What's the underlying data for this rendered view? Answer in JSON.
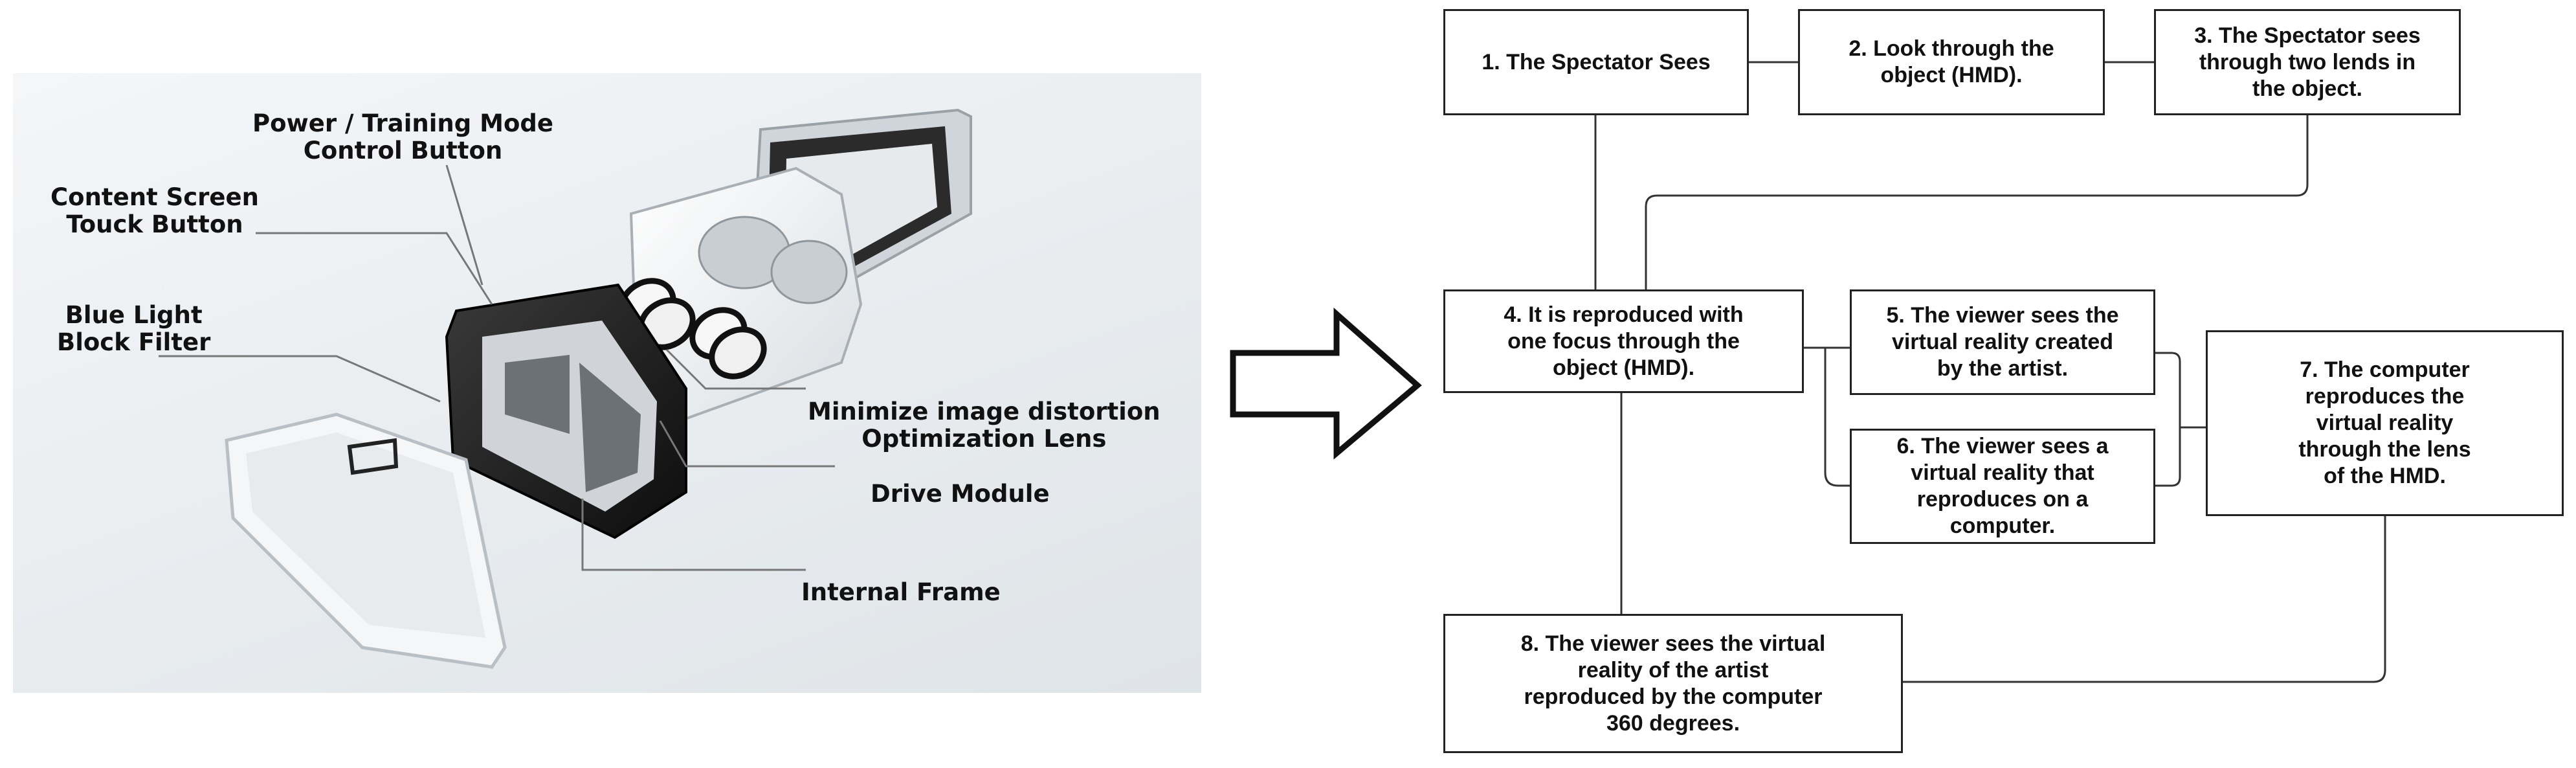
{
  "callouts": {
    "power_button": "Power / Training Mode\nControl Button",
    "content_screen": "Content Screen\nTouck Button",
    "blue_light": "Blue Light\nBlock Filter",
    "lens": "Minimize image distortion\nOptimization Lens",
    "drive_module": "Drive Module",
    "internal_frame": "Internal Frame"
  },
  "flow": {
    "step1": "1. The Spectator Sees",
    "step2": "2. Look through the\nobject (HMD).",
    "step3": "3. The Spectator sees\nthrough two lends in\nthe object.",
    "step4": "4. It is reproduced with\none focus through the\nobject (HMD).",
    "step5": "5. The viewer sees the\nvirtual reality created\nby the artist.",
    "step6": "6. The viewer sees a\nvirtual reality that\nreproduces on a\ncomputer.",
    "step7": "7. The computer\nreproduces the\nvirtual reality\nthrough the lens\nof the HMD.",
    "step8": "8. The viewer sees the virtual\nreality of the artist\nreproduced by the computer\n360 degrees."
  }
}
